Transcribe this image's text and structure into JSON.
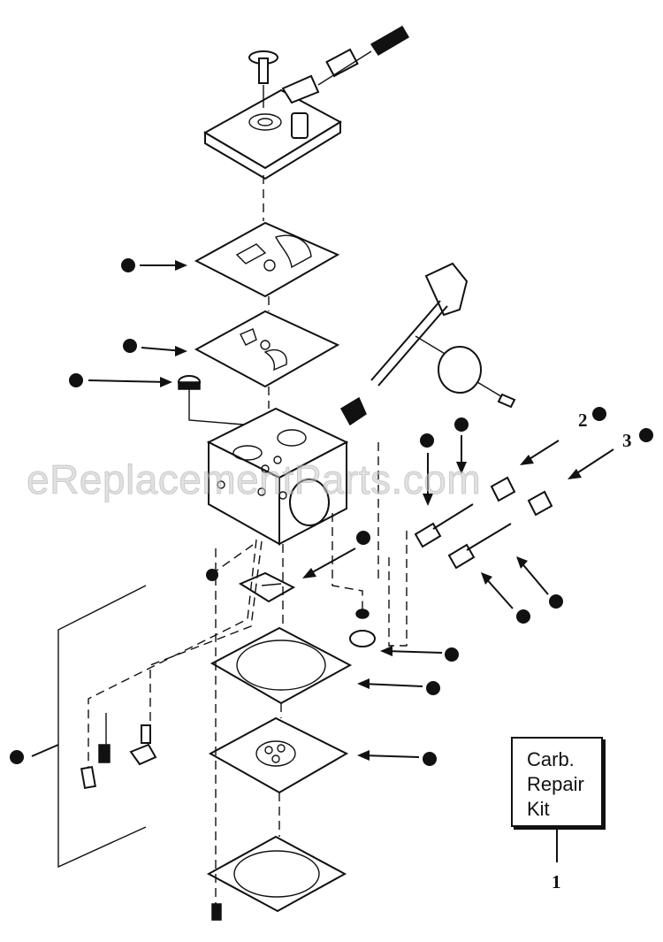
{
  "watermark": "eReplacementParts.com",
  "callouts": {
    "c1": "1",
    "c2": "2",
    "c3": "3"
  },
  "kit_box": {
    "line1": "Carb.",
    "line2": "Repair",
    "line3": "Kit"
  },
  "colors": {
    "ink": "#111111",
    "background": "#ffffff",
    "watermark": "#c8c8c8"
  }
}
